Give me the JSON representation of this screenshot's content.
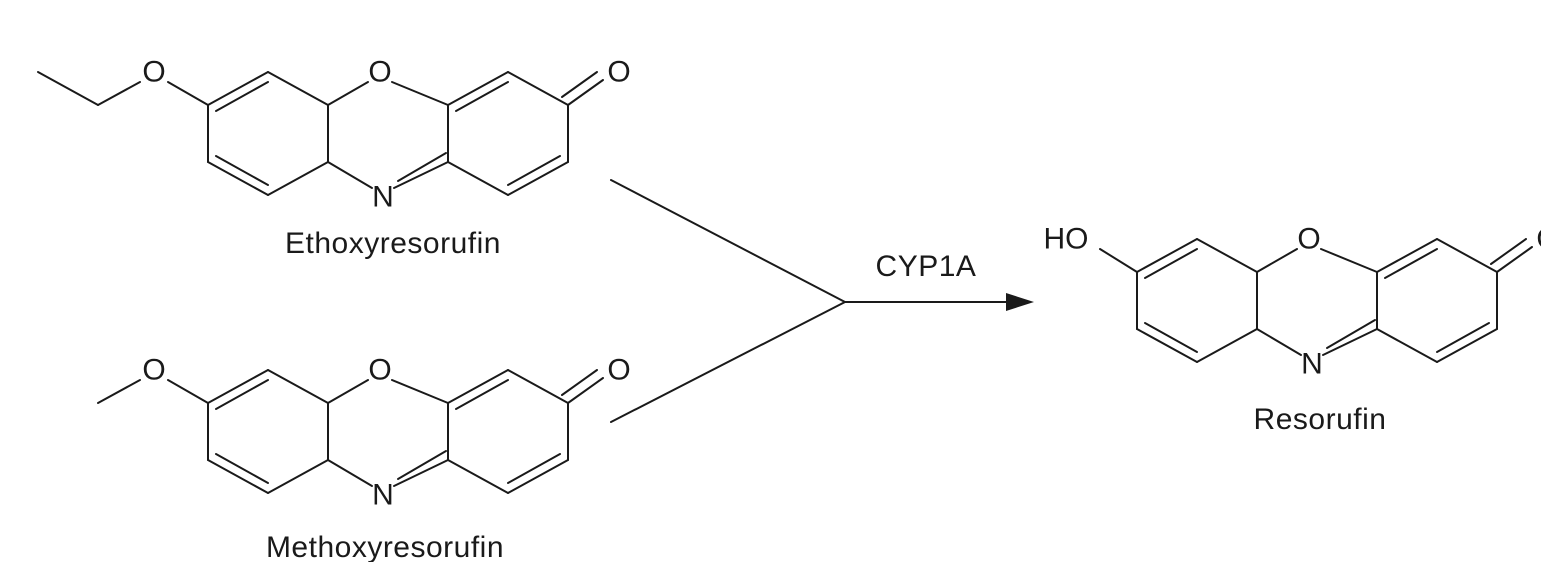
{
  "reaction": {
    "enzyme": "CYP1A",
    "substrates": [
      {
        "name": "Ethoxyresorufin",
        "atoms": {
          "ring_o": "O",
          "ring_n": "N",
          "keto_o": "O",
          "ether_o": "O"
        }
      },
      {
        "name": "Methoxyresorufin",
        "atoms": {
          "ring_o": "O",
          "ring_n": "N",
          "keto_o": "O",
          "ether_o": "O"
        }
      }
    ],
    "product": {
      "name": "Resorufin",
      "atoms": {
        "ring_o": "O",
        "ring_n": "N",
        "keto_o": "O",
        "hydroxyl": "HO"
      }
    }
  }
}
